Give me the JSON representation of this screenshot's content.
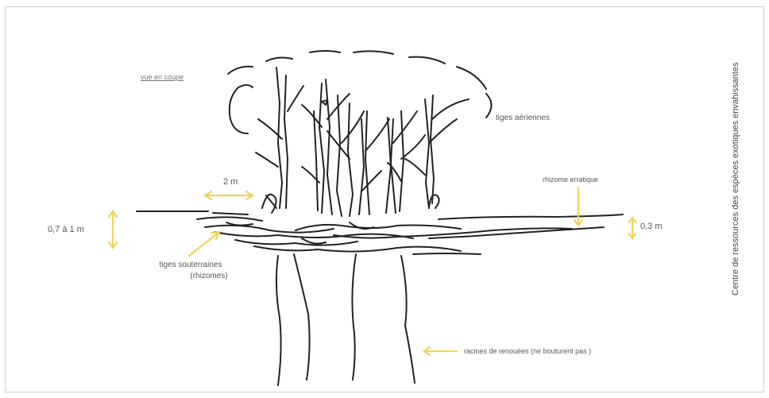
{
  "diagram": {
    "view_label": "vue en coupe",
    "labels": {
      "aerial_stems": "tiges aériennes",
      "erratic_rhizome": "rhizome erratique",
      "distance": "2 m",
      "depth_left": "0,7 à 1 m",
      "depth_right": "0,3 m",
      "underground_stems_line1": "tiges souterraines",
      "underground_stems_line2": "(rhizomes)",
      "roots": "racines de renouées (ne bouturent  pas )"
    },
    "side_credit": "Centre de ressources des espèces exotiques envahissantes",
    "colors": {
      "annotation_arrows": "#f2d35a",
      "sketch_ink": "#222222",
      "label_text": "#555555"
    }
  }
}
